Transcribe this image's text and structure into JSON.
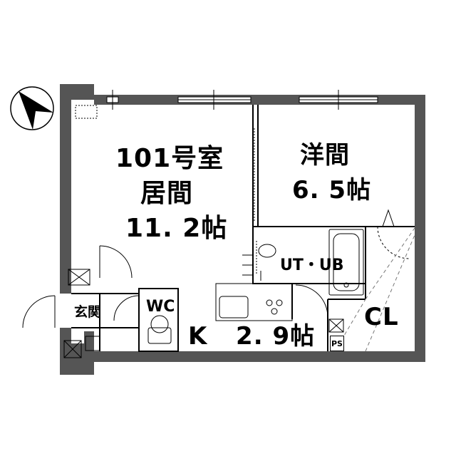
{
  "rooms": {
    "living": {
      "unit": "101号室",
      "name": "居間",
      "size": "11. 2帖"
    },
    "western": {
      "name": "洋間",
      "size": "6. 5帖"
    },
    "utility": {
      "name": "UT・UB"
    },
    "toilet": {
      "name": "WC"
    },
    "entrance": {
      "name": "玄関"
    },
    "kitchen": {
      "name": "K",
      "size": "2. 9帖"
    },
    "closet": {
      "name": "CL"
    },
    "pipe_space": {
      "name": "PS"
    }
  },
  "colors": {
    "wall": "#4a4a4a",
    "wall_light": "#9a9a9a",
    "line": "#000000",
    "compass": "#000000"
  },
  "icons": [
    "compass-north-arrow-icon",
    "sink-icon",
    "toilet-icon",
    "bathtub-icon",
    "stove-icon",
    "washbasin-icon"
  ]
}
